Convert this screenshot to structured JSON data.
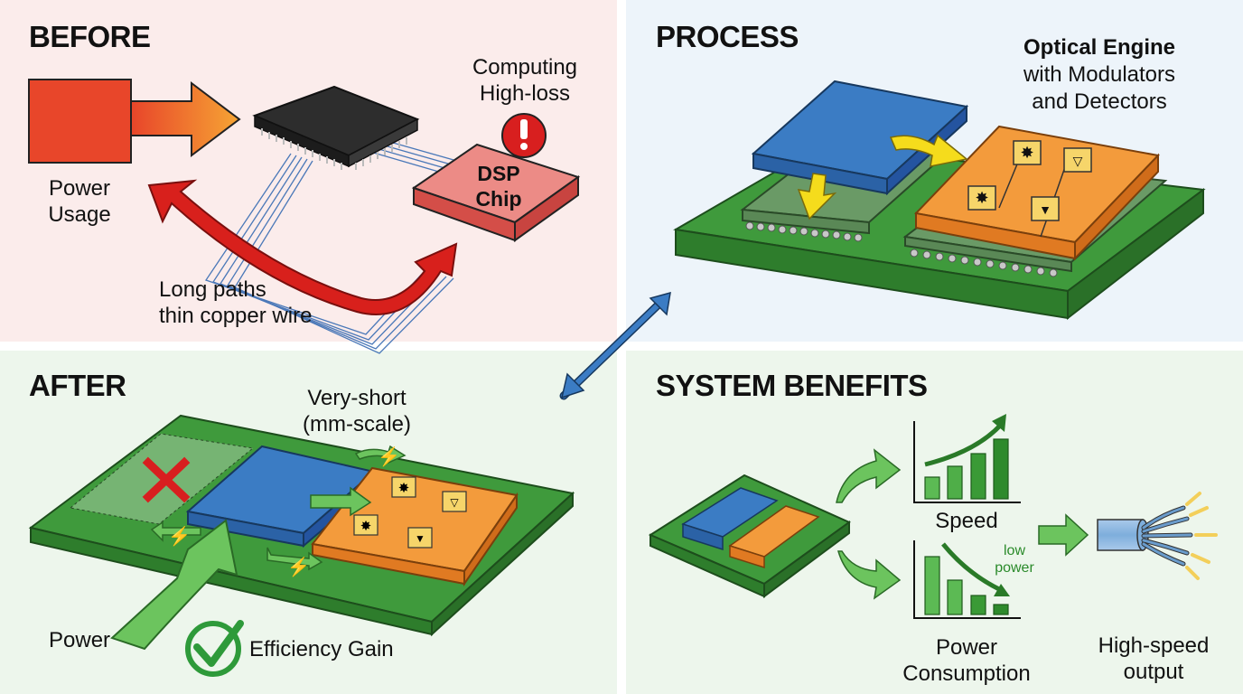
{
  "quadrants": {
    "before": {
      "title": "BEFORE",
      "power_label_1": "Power",
      "power_label_2": "Usage",
      "computing_label_1": "Computing",
      "computing_label_2": "High-loss",
      "dsp_label_1": "DSP",
      "dsp_label_2": "Chip",
      "paths_label_1": "Long paths",
      "paths_label_2": "thin copper wire"
    },
    "process": {
      "title": "PROCESS",
      "engine_label_1": "Optical Engine",
      "engine_label_2": "with Modulators",
      "engine_label_3": "and Detectors"
    },
    "after": {
      "title": "AFTER",
      "short_label_1": "Very-short",
      "short_label_2": "(mm-scale)",
      "power_label": "Power",
      "efficiency_label": "Efficiency Gain"
    },
    "benefits": {
      "title": "SYSTEM BENEFITS",
      "speed_label": "Speed",
      "low_power_label_1": "low",
      "low_power_label_2": "power",
      "consumption_label_1": "Power",
      "consumption_label_2": "Consumption",
      "output_label_1": "High-speed",
      "output_label_2": "output"
    }
  },
  "icons": {
    "warning": "!",
    "remove": "x-mark",
    "check": "check-mark"
  },
  "colors": {
    "before_bg": "#fbeceb",
    "process_bg": "#edf4fa",
    "after_bg": "#edf6ec",
    "pcb_green": "#3f9a3c",
    "chip_blue": "#3b7cc4",
    "optical_orange": "#f08a2a",
    "alert_red": "#d81f1f",
    "bar_green": "#4fb34a"
  }
}
